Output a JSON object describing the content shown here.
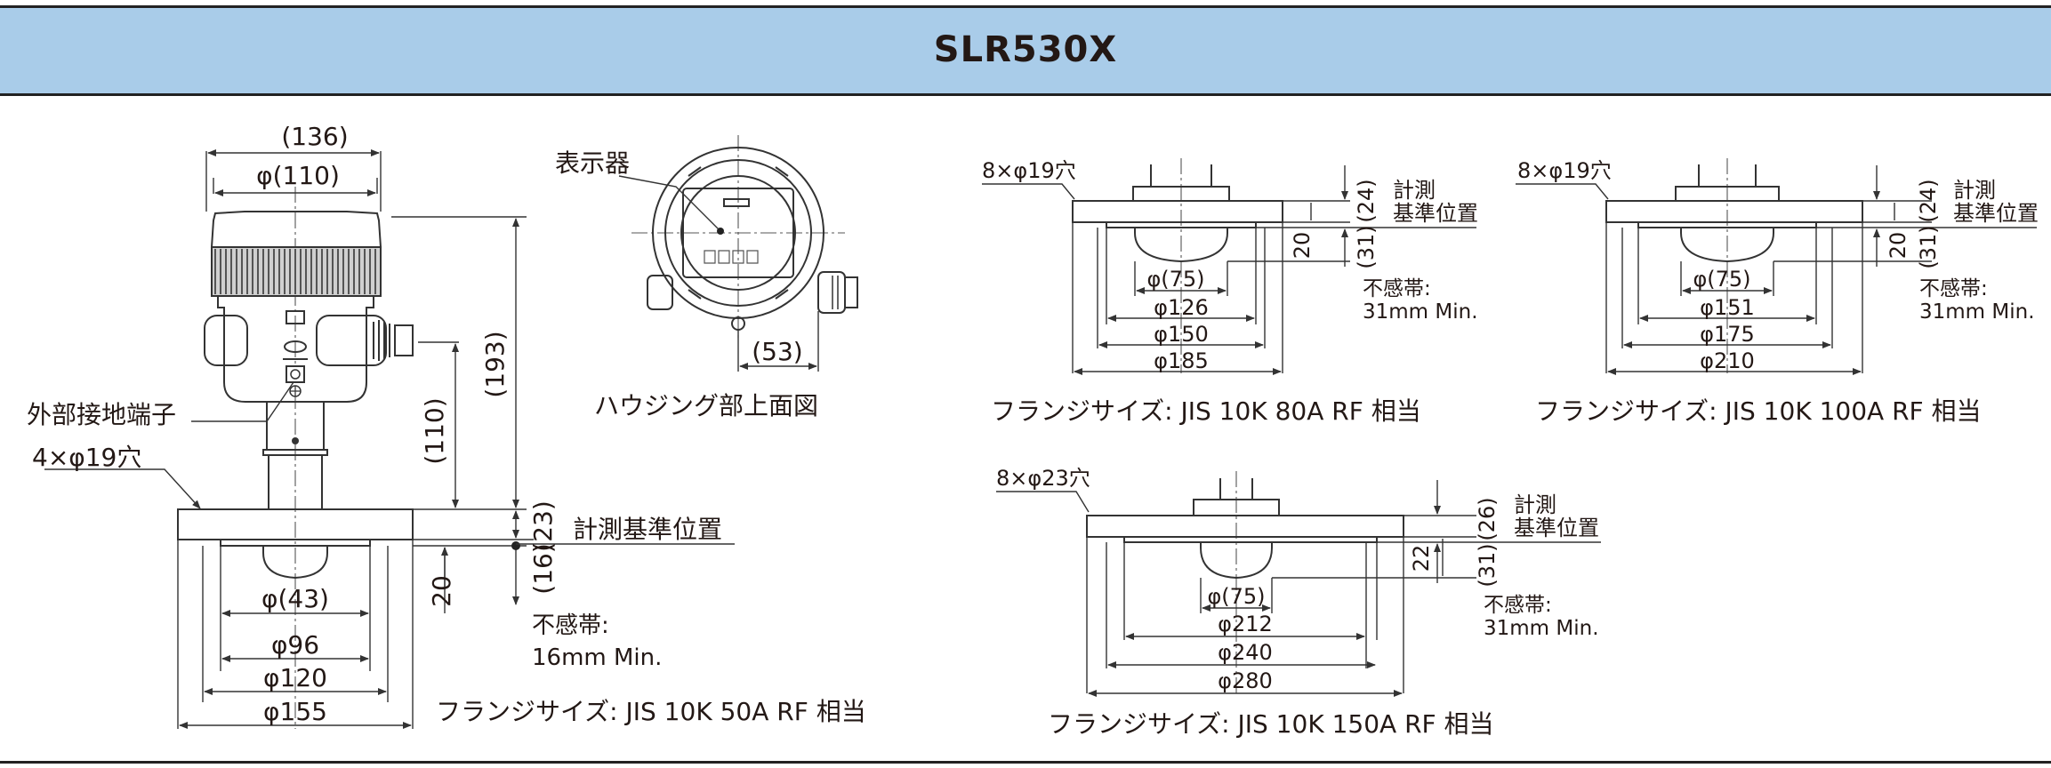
{
  "title": "SLR530X",
  "main": {
    "width_136": "(136)",
    "dia_110": "φ(110)",
    "height_193": "(193)",
    "height_110": "(110)",
    "ground_terminal": "外部接地端子",
    "holes_main": "4×φ19穴",
    "dim_23": "(23)",
    "dim_16": "(16)",
    "dim_20": "20",
    "ref_position": "計測基準位置",
    "dead_zone": "不感帯:",
    "dead_zone_value": "16mm Min.",
    "dia_43": "φ(43)",
    "dia_96": "φ96",
    "dia_120": "φ120",
    "dia_155": "φ155",
    "flange_size": "フランジサイズ: JIS 10K 50A RF 相当"
  },
  "housing": {
    "display_label": "表示器",
    "dim_53": "(53)",
    "caption": "ハウジング部上面図"
  },
  "flange80": {
    "holes": "8×φ19穴",
    "dim_24": "(24)",
    "dim_31": "(31)",
    "dim_20": "20",
    "ref_line1": "計測",
    "ref_line2": "基準位置",
    "dead_zone": "不感帯:",
    "dead_zone_value": "31mm Min.",
    "dia_75": "φ(75)",
    "dia_126": "φ126",
    "dia_150": "φ150",
    "dia_185": "φ185",
    "flange_size": "フランジサイズ: JIS 10K 80A RF 相当"
  },
  "flange100": {
    "holes": "8×φ19穴",
    "dim_24": "(24)",
    "dim_31": "(31)",
    "dim_20": "20",
    "ref_line1": "計測",
    "ref_line2": "基準位置",
    "dead_zone": "不感帯:",
    "dead_zone_value": "31mm Min.",
    "dia_75": "φ(75)",
    "dia_151": "φ151",
    "dia_175": "φ175",
    "dia_210": "φ210",
    "flange_size": "フランジサイズ: JIS 10K 100A RF 相当"
  },
  "flange150": {
    "holes": "8×φ23穴",
    "dim_26": "(26)",
    "dim_31": "(31)",
    "dim_22": "22",
    "ref_line1": "計測",
    "ref_line2": "基準位置",
    "dead_zone": "不感帯:",
    "dead_zone_value": "31mm Min.",
    "dia_75": "φ(75)",
    "dia_212": "φ212",
    "dia_240": "φ240",
    "dia_280": "φ280",
    "flange_size": "フランジサイズ: JIS 10K 150A RF 相当"
  }
}
